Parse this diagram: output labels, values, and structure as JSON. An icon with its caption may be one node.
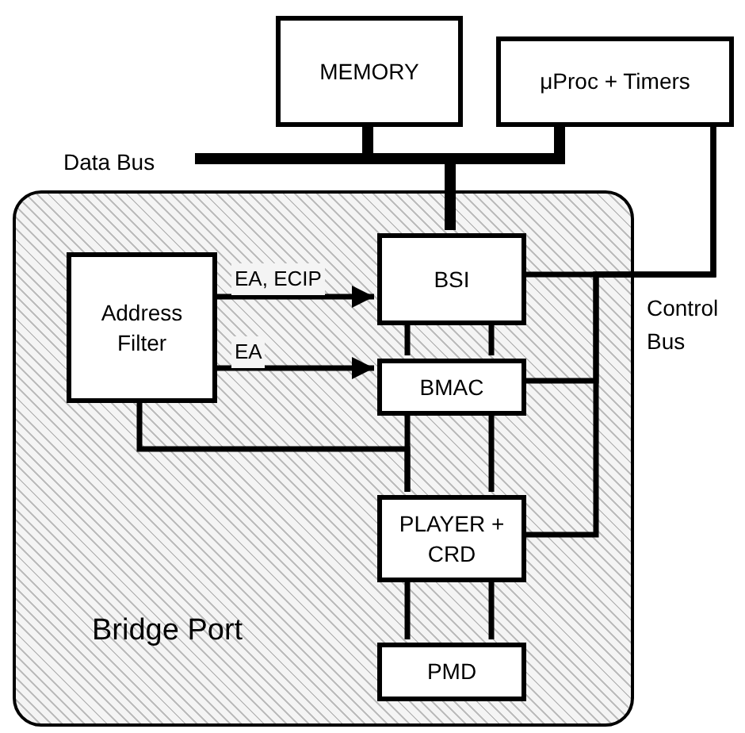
{
  "diagram": {
    "nodes": [
      {
        "text": [
          "MEMORY"
        ]
      },
      {
        "text": [
          "μProc + Timers"
        ]
      },
      {
        "text": [
          "Bridge Port"
        ]
      },
      {
        "text": [
          "Address Filter"
        ],
        "in": 2
      },
      {
        "text": [
          "BSI"
        ],
        "in": 2
      },
      {
        "text": [
          "BMAC"
        ],
        "in": 2
      },
      {
        "text": [
          "PLAYER + CRD"
        ],
        "in": 2
      },
      {
        "text": [
          "PMD"
        ],
        "in": 2
      }
    ],
    "edges": [
      {
        "from": 0,
        "to": 4,
        "arrow": "none",
        "style": "thick"
      },
      {
        "from": 1,
        "to": 4,
        "arrow": "none",
        "style": "thick"
      },
      {
        "from": 1,
        "to": 4,
        "arrow": "none"
      },
      {
        "from": 1,
        "to": 5,
        "arrow": "none"
      },
      {
        "from": 1,
        "to": 6,
        "arrow": "none"
      },
      {
        "from": 3,
        "to": 4,
        "arrow": "to",
        "label": "EA, ECIP"
      },
      {
        "from": 3,
        "to": 5,
        "arrow": "to",
        "label": "EA"
      },
      {
        "from": 3,
        "to": 6,
        "arrow": "none"
      },
      {
        "from": 4,
        "to": 5,
        "arrow": "none"
      },
      {
        "from": 4,
        "to": 5,
        "arrow": "none"
      },
      {
        "from": 5,
        "to": 6,
        "arrow": "none"
      },
      {
        "from": 5,
        "to": 6,
        "arrow": "none"
      },
      {
        "from": 6,
        "to": 7,
        "arrow": "none"
      },
      {
        "from": 6,
        "to": 7,
        "arrow": "none"
      }
    ],
    "labels": [
      "Data Bus",
      "Control Bus"
    ]
  }
}
